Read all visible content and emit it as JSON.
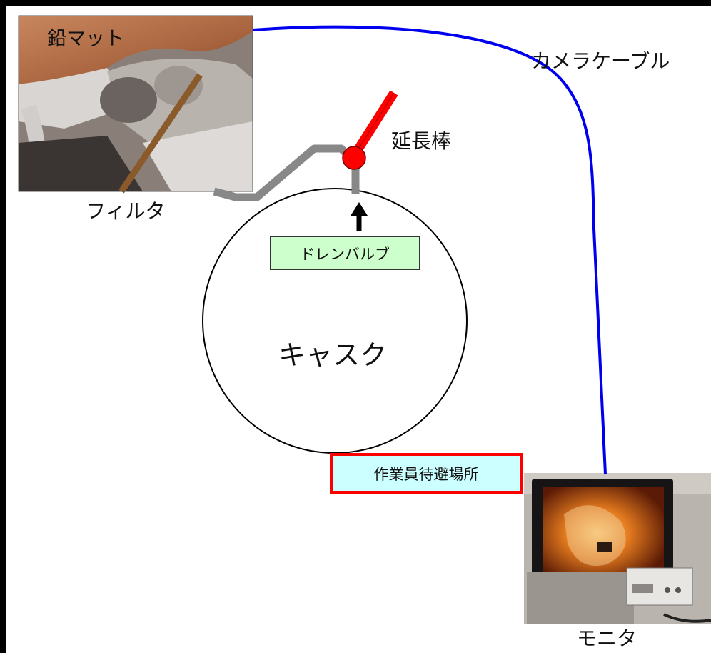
{
  "labels": {
    "lead_mat": "鉛マット",
    "camera_cable": "カメラケーブル",
    "extension_rod": "延長棒",
    "filter": "フィルタ",
    "drain_valve": "ドレンバルブ",
    "cask": "キャスク",
    "worker_waiting_area": "作業員待避場所",
    "monitor": "モニタ"
  },
  "colors": {
    "camera_cable": "#0000ee",
    "extension_rod": "#ff0000",
    "pipe": "#888888",
    "drain_valve_fill": "#ccffcc",
    "waiting_area_fill": "#ccffff",
    "waiting_area_border": "#ff0000"
  },
  "photos": {
    "top_left": "filter-under-lead-mat-photo",
    "bottom_right": "monitor-and-recorder-photo"
  }
}
